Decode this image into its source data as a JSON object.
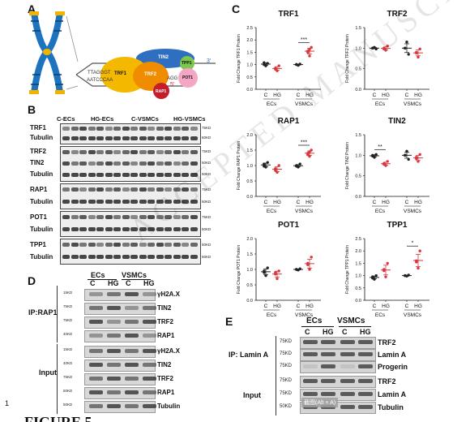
{
  "page_number": "1",
  "figure_caption_partial": "FIGURE 5",
  "watermark": "ACCEPTED MANUSCRIPT",
  "panel_labels": {
    "a": "A",
    "b": "B",
    "c": "C",
    "d": "D",
    "e": "E"
  },
  "panel_a": {
    "proteins": [
      "TRF1",
      "TRF2",
      "TIN2",
      "TPP1",
      "POT1",
      "RAP1"
    ],
    "seq_top": "TTAGGGT",
    "seq_bottom": "AATCCCAA",
    "seq_right": "AGG",
    "end_3": "3'",
    "end_5": "5'"
  },
  "panel_b": {
    "groups": [
      "C-ECs",
      "HG-ECs",
      "C-VSMCs",
      "HG-VSMCs"
    ],
    "blots": [
      {
        "labels": [
          "TRF1",
          "Tubulin"
        ],
        "markers": [
          "75KD",
          "50KD"
        ]
      },
      {
        "labels": [
          "TRF2",
          "TIN2",
          "Tubulin"
        ],
        "markers": [
          "75KD",
          "50KD",
          "50KD"
        ]
      },
      {
        "labels": [
          "RAP1",
          "Tubulin"
        ],
        "markers": [
          "75KD",
          "50KD"
        ]
      },
      {
        "labels": [
          "POT1",
          "Tubulin"
        ],
        "markers": [
          "75KD",
          "50KD"
        ]
      },
      {
        "labels": [
          "TPP1",
          "Tubulin"
        ],
        "markers": [
          "50KD",
          "50KD"
        ]
      }
    ]
  },
  "panel_d": {
    "groups": [
      "ECs",
      "VSMCs"
    ],
    "lanes": [
      "C",
      "HG",
      "C",
      "HG"
    ],
    "section_ip": "IP:RAP1",
    "section_input": "Input",
    "ip_rows": [
      "γH2A.X",
      "TIN2",
      "TRF2",
      "RAP1"
    ],
    "ip_markers": [
      "15KD",
      "75KD",
      "75KD",
      "40KD"
    ],
    "input_rows": [
      "γH2A.X",
      "TIN2",
      "TRF2",
      "RAP1",
      "Tubulin"
    ],
    "input_markers": [
      "15KD",
      "40KD",
      "75KD",
      "50KD",
      "50KD"
    ]
  },
  "panel_e": {
    "groups": [
      "ECs",
      "VSMCs"
    ],
    "lanes": [
      "C",
      "HG",
      "C",
      "HG"
    ],
    "section_ip": "IP: Lamin A",
    "section_input": "Input",
    "ip_rows": [
      "TRF2",
      "Lamin A",
      "Progerin"
    ],
    "ip_markers": [
      "75KD",
      "75KD",
      "75KD"
    ],
    "input_rows": [
      "TRF2",
      "Lamin A",
      "Tubulin"
    ],
    "input_markers": [
      "75KD",
      "75KD",
      "50KD"
    ],
    "overlay_caption": "截图(Alt + A)"
  },
  "chart_data": [
    {
      "type": "scatter",
      "title": "TRF1",
      "ylabel": "Fold Change TRF1 Protein",
      "ylim": [
        0,
        2.5
      ],
      "yticks": [
        0,
        0.5,
        1.0,
        1.5,
        2.0,
        2.5
      ],
      "categories": [
        "C",
        "HG",
        "C",
        "HG"
      ],
      "groups": [
        "ECs",
        "VSMCs"
      ],
      "sig": "***",
      "sig_pair": [
        2,
        3
      ],
      "series": [
        {
          "values": [
            [
              1.0,
              0.95,
              1.05,
              1.08
            ],
            [
              0.85,
              0.75,
              0.95,
              0.82
            ],
            [
              1.0,
              0.97,
              1.02,
              1.01
            ],
            [
              1.55,
              1.35,
              1.7,
              1.5,
              1.62
            ]
          ]
        }
      ],
      "colors": [
        "#222222",
        "#d9363e",
        "#222222",
        "#d9363e"
      ]
    },
    {
      "type": "scatter",
      "title": "TRF2",
      "ylabel": "Fold Change TRF2 Protein",
      "ylim": [
        0,
        1.5
      ],
      "yticks": [
        0,
        0.5,
        1.0,
        1.5
      ],
      "categories": [
        "C",
        "HG",
        "C",
        "HG"
      ],
      "groups": [
        "ECs",
        "VSMCs"
      ],
      "sig": "",
      "sig_pair": [],
      "series": [
        {
          "values": [
            [
              1.0,
              1.02,
              0.98,
              1.0
            ],
            [
              1.0,
              0.95,
              1.05,
              0.98
            ],
            [
              1.0,
              1.15,
              0.85,
              1.0
            ],
            [
              0.88,
              0.78,
              0.98,
              0.9
            ]
          ]
        }
      ],
      "colors": [
        "#222222",
        "#d9363e",
        "#222222",
        "#d9363e"
      ]
    },
    {
      "type": "scatter",
      "title": "RAP1",
      "ylabel": "Fold Change RAP1 Protein",
      "ylim": [
        0,
        2.0
      ],
      "yticks": [
        0,
        0.5,
        1.0,
        1.5,
        2.0
      ],
      "categories": [
        "C",
        "HG",
        "C",
        "HG"
      ],
      "groups": [
        "ECs",
        "VSMCs"
      ],
      "sig": "***",
      "sig_pair": [
        2,
        3
      ],
      "series": [
        {
          "values": [
            [
              1.05,
              0.95,
              1.1,
              0.98
            ],
            [
              0.9,
              0.78,
              1.0,
              0.85
            ],
            [
              1.0,
              0.95,
              1.05,
              0.98
            ],
            [
              1.4,
              1.3,
              1.5,
              1.35,
              1.45
            ]
          ]
        }
      ],
      "colors": [
        "#222222",
        "#d9363e",
        "#222222",
        "#d9363e"
      ]
    },
    {
      "type": "scatter",
      "title": "TIN2",
      "ylabel": "Fold Change TIN2 Protein",
      "ylim": [
        0,
        1.5
      ],
      "yticks": [
        0,
        0.5,
        1.0,
        1.5
      ],
      "categories": [
        "C",
        "HG",
        "C",
        "HG"
      ],
      "groups": [
        "ECs",
        "VSMCs"
      ],
      "sig": "**",
      "sig_pair": [
        0,
        1
      ],
      "series": [
        {
          "values": [
            [
              0.98,
              0.95,
              1.02,
              1.0
            ],
            [
              0.8,
              0.75,
              0.85,
              0.78
            ],
            [
              1.0,
              1.1,
              0.9,
              1.0
            ],
            [
              0.95,
              0.85,
              1.02,
              0.92
            ]
          ]
        }
      ],
      "colors": [
        "#222222",
        "#d9363e",
        "#222222",
        "#d9363e"
      ]
    },
    {
      "type": "scatter",
      "title": "POT1",
      "ylabel": "Fold Change POT1 Protein",
      "ylim": [
        0,
        2.0
      ],
      "yticks": [
        0,
        0.5,
        1.0,
        1.5,
        2.0
      ],
      "categories": [
        "C",
        "HG",
        "C",
        "HG"
      ],
      "groups": [
        "ECs",
        "VSMCs"
      ],
      "sig": "",
      "sig_pair": [],
      "series": [
        {
          "values": [
            [
              0.95,
              0.8,
              1.05,
              0.9
            ],
            [
              0.85,
              0.7,
              0.95,
              0.9
            ],
            [
              1.0,
              0.98,
              1.02,
              1.0
            ],
            [
              1.2,
              1.0,
              1.4,
              1.15
            ]
          ]
        }
      ],
      "colors": [
        "#222222",
        "#d9363e",
        "#222222",
        "#d9363e"
      ]
    },
    {
      "type": "scatter",
      "title": "TPP1",
      "ylabel": "Fold Change TPP1 Protein",
      "ylim": [
        0,
        2.5
      ],
      "yticks": [
        0,
        0.5,
        1.0,
        1.5,
        2.0,
        2.5
      ],
      "categories": [
        "C",
        "HG",
        "C",
        "HG"
      ],
      "groups": [
        "ECs",
        "VSMCs"
      ],
      "sig": "*",
      "sig_pair": [
        2,
        3
      ],
      "series": [
        {
          "values": [
            [
              0.95,
              0.85,
              1.0,
              0.9
            ],
            [
              1.25,
              0.95,
              1.5,
              1.2
            ],
            [
              1.0,
              0.98,
              1.02,
              1.0
            ],
            [
              1.6,
              1.3,
              2.0,
              1.55
            ]
          ]
        }
      ],
      "colors": [
        "#222222",
        "#d9363e",
        "#222222",
        "#d9363e"
      ]
    }
  ]
}
